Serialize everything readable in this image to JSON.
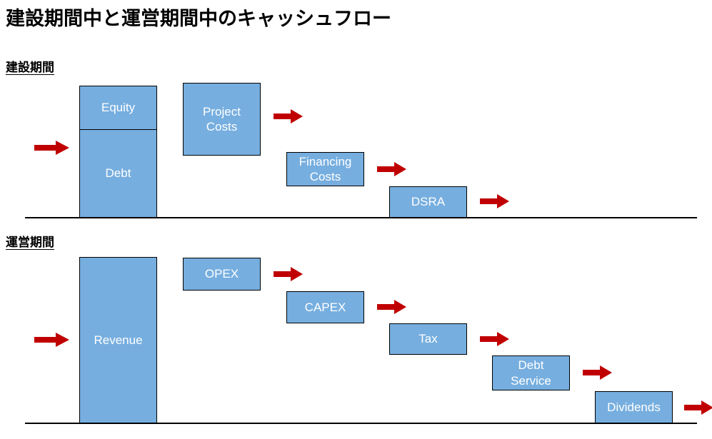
{
  "title": "建設期間中と運営期間中のキャッシュフロー",
  "colors": {
    "block_fill": "#76AEDF",
    "block_border": "#000000",
    "block_text": "#FFFFFF",
    "arrow": "#C00000",
    "baseline": "#000000",
    "background": "#FFFFFF"
  },
  "sections": [
    {
      "label": "建設期間",
      "blocks": [
        {
          "name": "equity",
          "label": "Equity"
        },
        {
          "name": "debt",
          "label": "Debt"
        },
        {
          "name": "project-costs",
          "label": "Project\nCosts"
        },
        {
          "name": "financing-costs",
          "label": "Financing\nCosts"
        },
        {
          "name": "dsra",
          "label": "DSRA"
        }
      ],
      "arrows": [
        {
          "name": "inflow-arrow"
        },
        {
          "name": "project-costs-outflow-arrow"
        },
        {
          "name": "financing-costs-outflow-arrow"
        },
        {
          "name": "dsra-outflow-arrow"
        }
      ]
    },
    {
      "label": "運営期間",
      "blocks": [
        {
          "name": "revenue",
          "label": "Revenue"
        },
        {
          "name": "opex",
          "label": "OPEX"
        },
        {
          "name": "capex",
          "label": "CAPEX"
        },
        {
          "name": "tax",
          "label": "Tax"
        },
        {
          "name": "debt-service",
          "label": "Debt\nService"
        },
        {
          "name": "dividends",
          "label": "Dividends"
        }
      ],
      "arrows": [
        {
          "name": "revenue-inflow-arrow"
        },
        {
          "name": "opex-outflow-arrow"
        },
        {
          "name": "capex-outflow-arrow"
        },
        {
          "name": "tax-outflow-arrow"
        },
        {
          "name": "debt-service-outflow-arrow"
        },
        {
          "name": "dividends-outflow-arrow"
        }
      ]
    }
  ],
  "chart_data": {
    "type": "bar",
    "title": "建設期間中と運営期間中のキャッシュフロー",
    "subcharts": [
      {
        "name": "建設期間",
        "categories": [
          "Equity",
          "Debt",
          "Project Costs",
          "Financing Costs",
          "DSRA"
        ],
        "values": [
          62,
          123,
          112,
          57,
          43
        ],
        "note": "waterfall: Equity + Debt sources stacked; Project Costs, Financing Costs, DSRA are descending uses"
      },
      {
        "name": "運営期間",
        "categories": [
          "Revenue",
          "OPEX",
          "CAPEX",
          "Tax",
          "Debt Service",
          "Dividends"
        ],
        "values": [
          233,
          46,
          45,
          44,
          49,
          42
        ],
        "note": "waterfall: Revenue source; OPEX, CAPEX, Tax, Debt Service, Dividends are descending uses"
      }
    ],
    "xlabel": "",
    "ylabel": "",
    "grid": false,
    "legend": false
  }
}
